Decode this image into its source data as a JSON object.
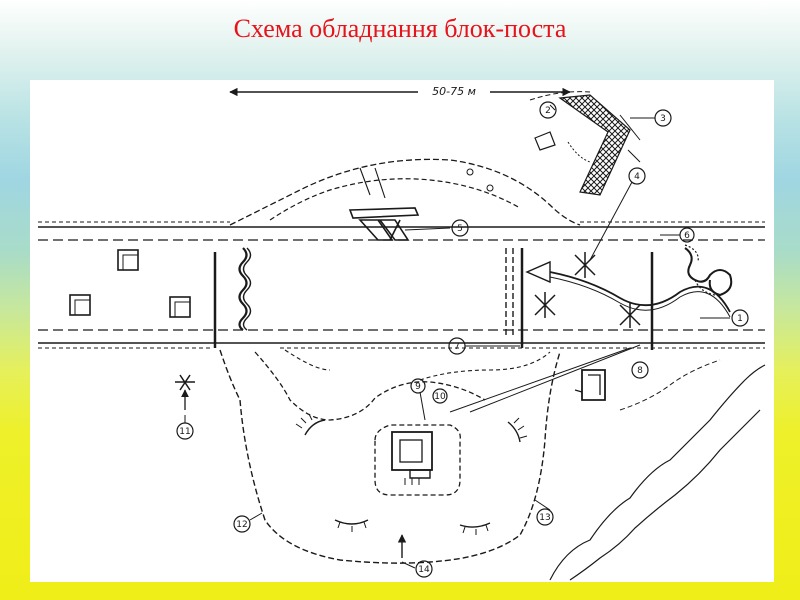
{
  "slide": {
    "title": "Схема обладнання блок-поста"
  },
  "diagram": {
    "distance_label": "50-75 м",
    "callout_labels": [
      "1",
      "2",
      "3",
      "4",
      "5",
      "6",
      "7",
      "8",
      "9",
      "10",
      "11",
      "12",
      "13",
      "14"
    ]
  },
  "colors": {
    "title": "#e8121a",
    "ink": "#1a1a1a",
    "panel": "#ffffff"
  }
}
